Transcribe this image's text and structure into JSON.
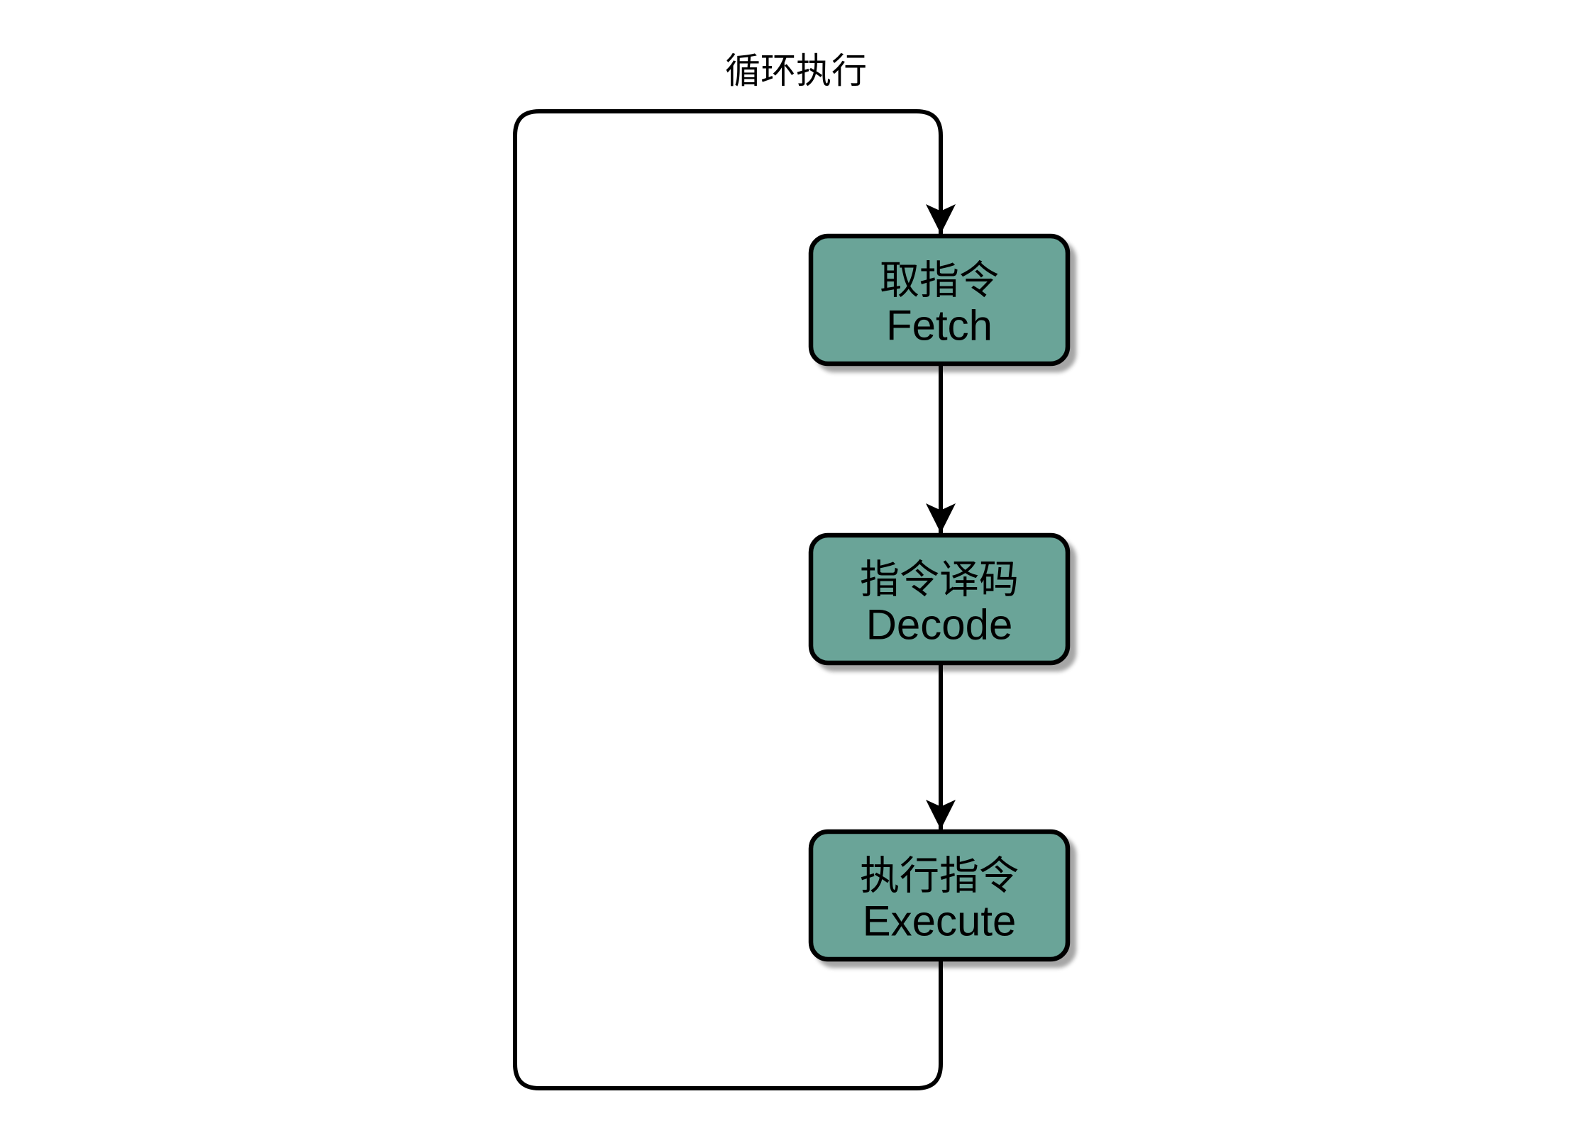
{
  "title": "循环执行",
  "colors": {
    "node_fill": "#6AA498",
    "node_border": "#000000",
    "edge": "#000000",
    "background": "#FFFFFF",
    "shadow": "rgba(0,0,0,0.35)"
  },
  "nodes": [
    {
      "id": "fetch",
      "label_zh": "取指令",
      "label_en": "Fetch"
    },
    {
      "id": "decode",
      "label_zh": "指令译码",
      "label_en": "Decode"
    },
    {
      "id": "execute",
      "label_zh": "执行指令",
      "label_en": "Execute"
    }
  ],
  "edges": [
    {
      "from": "fetch",
      "to": "decode",
      "arrow": "classic"
    },
    {
      "from": "decode",
      "to": "execute",
      "arrow": "classic"
    },
    {
      "from": "execute",
      "to": "fetch",
      "arrow": "classic",
      "kind": "loop-back",
      "label": "循环执行"
    }
  ]
}
